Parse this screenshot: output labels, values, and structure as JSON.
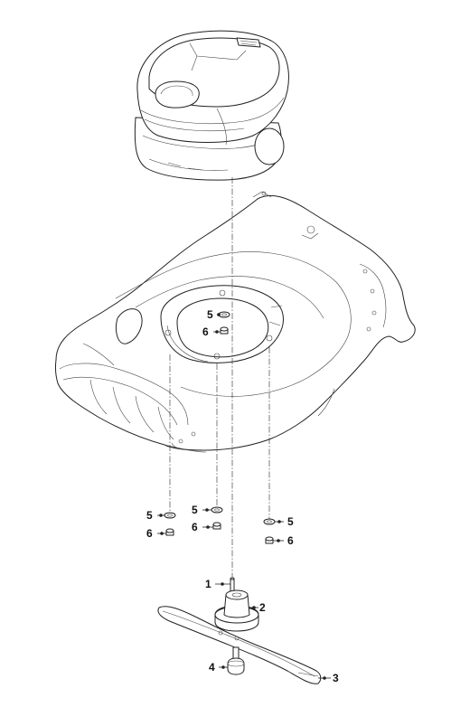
{
  "callouts": {
    "c5a": "5",
    "c6a": "6",
    "c5b": "5",
    "c6b": "6",
    "c5c": "5",
    "c6c": "6",
    "c5d": "5",
    "c6d": "6",
    "c1": "1",
    "c2": "2",
    "c3": "3",
    "c4": "4"
  }
}
